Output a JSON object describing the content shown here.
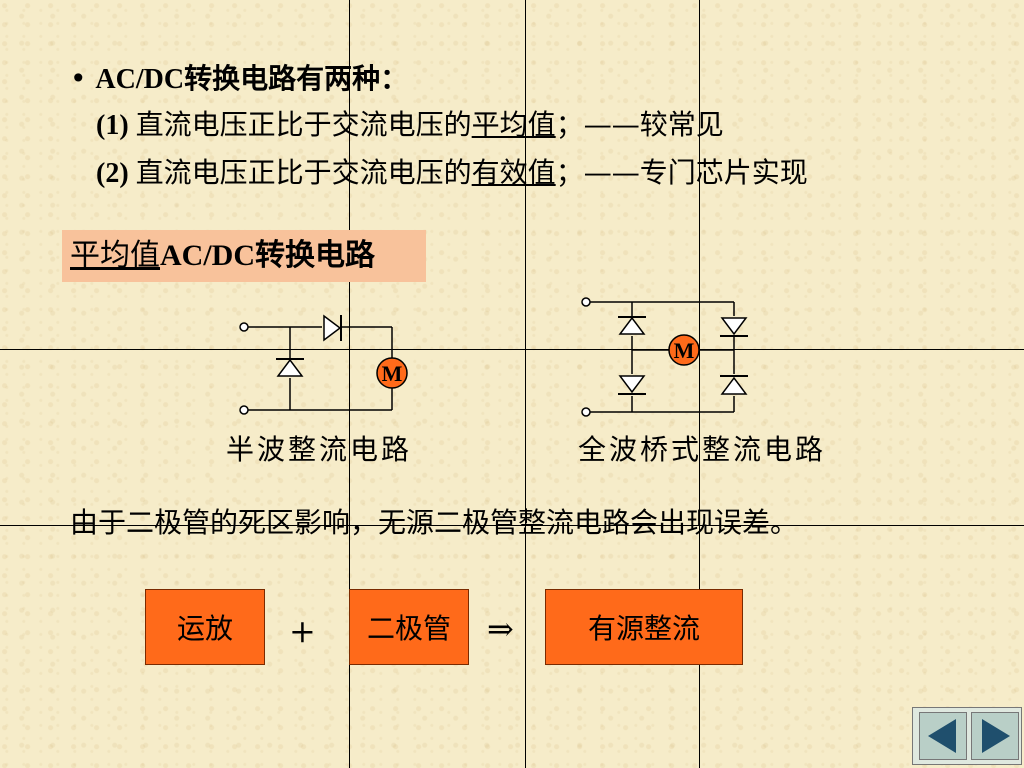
{
  "bullet": {
    "marker": "•",
    "text": "AC/DC转换电路有两种："
  },
  "item1": {
    "num": "(1) ",
    "pre": "直流电压正比于交流电压的",
    "key": "平均值",
    "post": "；——较常见"
  },
  "item2": {
    "num": "(2) ",
    "pre": "直流电压正比于交流电压的",
    "key": "有效值",
    "post": "；——专门芯片实现"
  },
  "section_title": {
    "key": "平均值",
    "rest": "AC/DC转换电路"
  },
  "half_wave": {
    "motor_label": "M",
    "caption": "半波整流电路"
  },
  "full_wave": {
    "motor_label": "M",
    "caption": "全波桥式整流电路"
  },
  "note": "由于二极管的死区影响，无源二极管整流电路会出现误差。",
  "formula": {
    "box1": "运放",
    "plus": "+",
    "box2": "二极管",
    "implies": "⇒",
    "box3": "有源整流"
  },
  "colors": {
    "background": "#f6ecc9",
    "title_box": "#f8c29b",
    "orange_box": "#ff6a1a",
    "motor": "#ff6a1a",
    "nav_arrow": "#1f4f6d"
  },
  "nav": {
    "prev_icon": "left-triangle",
    "next_icon": "right-triangle"
  }
}
